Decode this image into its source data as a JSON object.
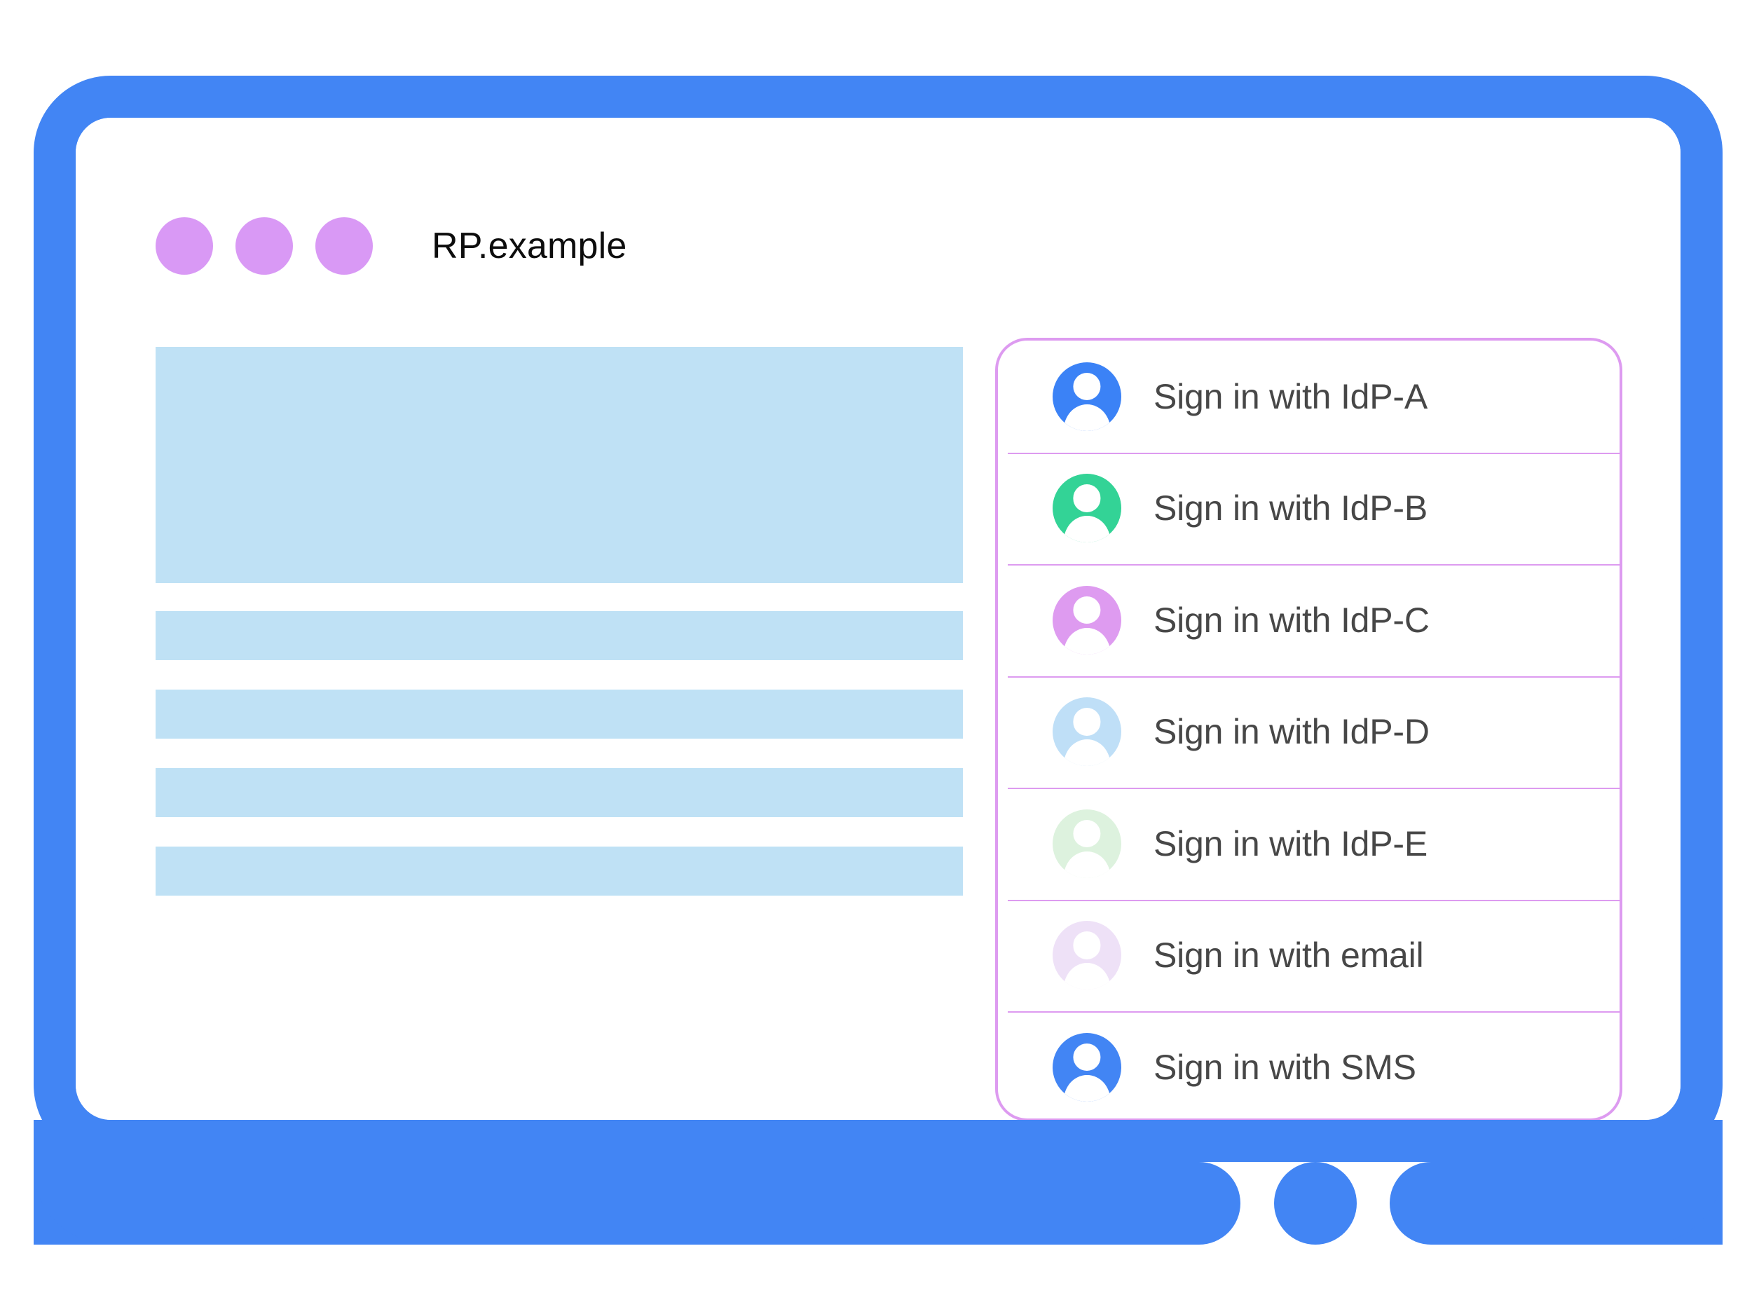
{
  "device": {
    "frame_color": "#4285f4",
    "home_button_name": "home-button"
  },
  "titlebar": {
    "dots": [
      {
        "name": "window-dot-1",
        "color": "#d999f5"
      },
      {
        "name": "window-dot-2",
        "color": "#d999f5"
      },
      {
        "name": "window-dot-3",
        "color": "#d999f5"
      }
    ],
    "site_title": "RP.example"
  },
  "page_skeleton": {
    "placeholder_color": "#bfe1f5",
    "blocks": [
      {
        "name": "content-hero-placeholder",
        "kind": "hero"
      },
      {
        "name": "content-bar-placeholder-1",
        "kind": "bar"
      },
      {
        "name": "content-bar-placeholder-2",
        "kind": "bar"
      },
      {
        "name": "content-bar-placeholder-3",
        "kind": "bar"
      },
      {
        "name": "content-bar-placeholder-4",
        "kind": "bar"
      }
    ]
  },
  "account_chooser": {
    "border_color": "#dd9bf0",
    "separator_color": "#dd9bf0",
    "label_color": "#474747",
    "items": [
      {
        "label": "Sign in with IdP-A",
        "avatar_color": "#3b82f6",
        "name": "signin-row-idp-a"
      },
      {
        "label": "Sign in with IdP-B",
        "avatar_color": "#33d396",
        "name": "signin-row-idp-b"
      },
      {
        "label": "Sign in with IdP-C",
        "avatar_color": "#de9bf0",
        "name": "signin-row-idp-c"
      },
      {
        "label": "Sign in with IdP-D",
        "avatar_color": "#bfdff7",
        "name": "signin-row-idp-d"
      },
      {
        "label": "Sign in with IdP-E",
        "avatar_color": "#ddf2de",
        "name": "signin-row-idp-e"
      },
      {
        "label": "Sign in with email",
        "avatar_color": "#eee1f7",
        "name": "signin-row-email"
      },
      {
        "label": "Sign in with SMS",
        "avatar_color": "#4285f4",
        "name": "signin-row-sms"
      }
    ]
  }
}
